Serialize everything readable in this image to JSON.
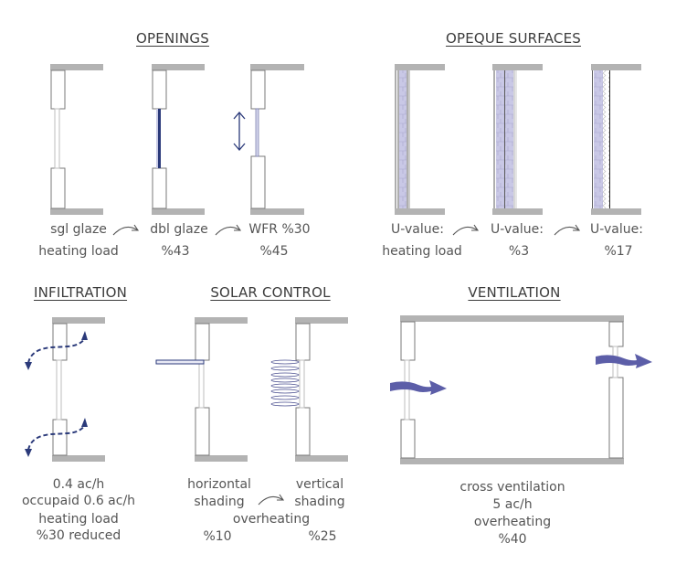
{
  "colors": {
    "slab": "#b3b3b3",
    "frame": "#7a7a7a",
    "glass": "#c8c8c8",
    "accent_dark": "#2b3a7a",
    "accent_flow": "#5c5ea8",
    "insulation": "#c9c8e6",
    "text": "#555555"
  },
  "openings": {
    "title": "OPENINGS",
    "labels": {
      "a1": "sgl glaze",
      "a2": "heating load",
      "b1": "dbl glaze",
      "b2": "%43",
      "c1": "WFR %30",
      "c2": "%45"
    },
    "icons": [
      "curved-arrow-icon",
      "double-arrow-icon"
    ]
  },
  "opaque": {
    "title": "OPEQUE SURFACES",
    "labels": {
      "a1": "U-value:",
      "a2": "heating load",
      "b1": "U-value:",
      "b2": "%3",
      "c1": "U-value:",
      "c2": "%17"
    }
  },
  "infiltration": {
    "title": "INFILTRATION",
    "lines": [
      "0.4 ac/h",
      "occupaid 0.6 ac/h",
      "heating load",
      "%30 reduced"
    ]
  },
  "solar": {
    "title": "SOLAR CONTROL",
    "labels": {
      "h1": "horizontal",
      "h2": "shading",
      "v1": "vertical",
      "v2": "shading",
      "mid": "overheating",
      "hv": "%10",
      "vv": "%25"
    }
  },
  "ventilation": {
    "title": "VENTILATION",
    "lines": [
      "cross ventilation",
      "5 ac/h",
      "overheating",
      "%40"
    ]
  }
}
